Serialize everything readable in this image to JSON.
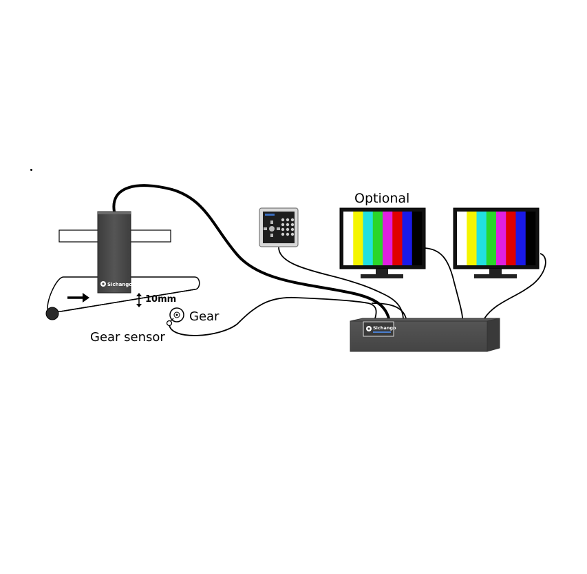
{
  "labels": {
    "optional": "Optional",
    "gear": "Gear",
    "gear_sensor": "Gear sensor",
    "height": "10mm"
  },
  "branding": {
    "camera_logo": "Sichango",
    "controller_logo": "Sichango"
  },
  "monitor_color_bars": [
    "#ffffff",
    "#f5f500",
    "#22e0e0",
    "#2ad62a",
    "#e020e0",
    "#e00000",
    "#1a1ae8",
    "#000000"
  ],
  "colors": {
    "device_body": "#4a4a4a",
    "device_side": "#333333",
    "cable": "#000000",
    "frame": "#000000"
  },
  "icons": {
    "arrow": "arrow-right-icon",
    "keypad": "keypad-icon",
    "gear": "gear-icon"
  }
}
